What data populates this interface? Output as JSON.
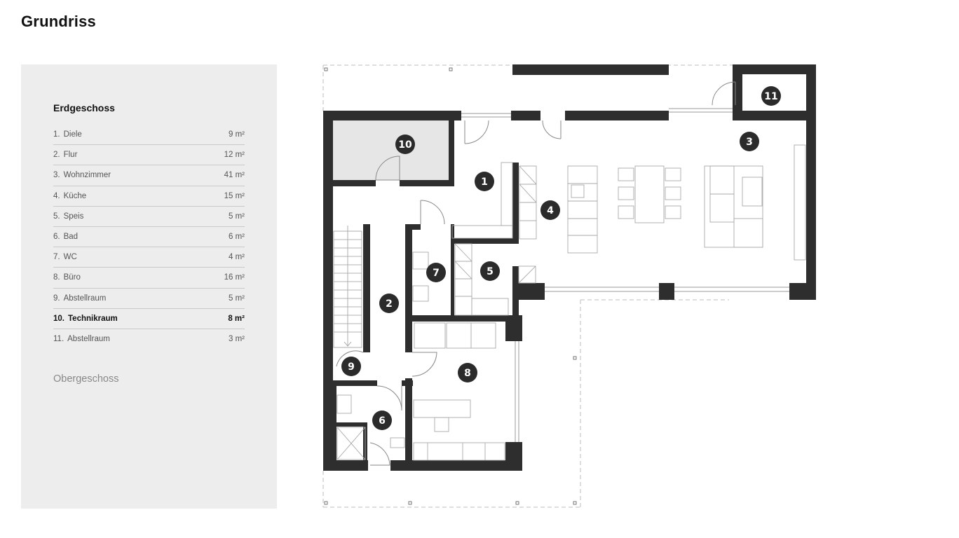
{
  "page": {
    "title": "Grundriss"
  },
  "sidebar": {
    "ground_floor_title": "Erdgeschoss",
    "upper_floor_title": "Obergeschoss",
    "rooms": [
      {
        "num": "1.",
        "name": "Diele",
        "area": "9 m²"
      },
      {
        "num": "2.",
        "name": "Flur",
        "area": "12 m²"
      },
      {
        "num": "3.",
        "name": "Wohnzimmer",
        "area": "41 m²"
      },
      {
        "num": "4.",
        "name": "Küche",
        "area": "15 m²"
      },
      {
        "num": "5.",
        "name": "Speis",
        "area": "5 m²"
      },
      {
        "num": "6.",
        "name": "Bad",
        "area": "6 m²"
      },
      {
        "num": "7.",
        "name": "WC",
        "area": "4 m²"
      },
      {
        "num": "8.",
        "name": "Büro",
        "area": "16 m²"
      },
      {
        "num": "9.",
        "name": "Abstellraum",
        "area": "5 m²"
      },
      {
        "num": "10.",
        "name": "Technikraum",
        "area": "8 m²"
      },
      {
        "num": "11.",
        "name": "Abstellraum",
        "area": "3 m²"
      }
    ],
    "active_room": "10."
  },
  "plan": {
    "markers": [
      "1",
      "2",
      "3",
      "4",
      "5",
      "6",
      "7",
      "8",
      "9",
      "10",
      "11"
    ],
    "highlight_color": "#e6e6e6",
    "wall_color": "#2e2e2e"
  }
}
